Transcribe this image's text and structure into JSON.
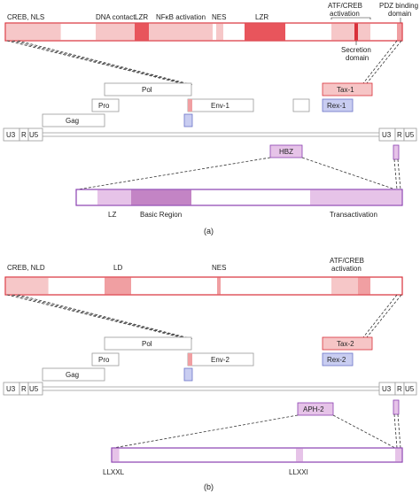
{
  "panel_a": {
    "caption": "(a)",
    "tax_labels": {
      "creb_nls": "CREB, NLS",
      "dna_contact": "DNA contact",
      "lzr_1": "LZR",
      "nfkb": "NFκB activation",
      "nes": "NES",
      "lzr_2": "LZR",
      "atf_creb": "ATF/CREB",
      "activation": "activation",
      "pdz_binding": "PDZ binding",
      "domain": "domain",
      "secretion": "Secretion",
      "secretion_domain": "domain"
    },
    "genes": {
      "pol": "Pol",
      "pro": "Pro",
      "gag": "Gag",
      "env": "Env-1",
      "tax": "Tax-1",
      "rex": "Rex-1"
    },
    "ltr": {
      "u3": "U3",
      "r": "R",
      "u5": "U5"
    },
    "hbz": {
      "label": "HBZ",
      "lz": "LZ",
      "basic_region": "Basic Region",
      "transactivation": "Transactivation"
    }
  },
  "panel_b": {
    "caption": "(b)",
    "tax_labels": {
      "creb_nld": "CREB, NLD",
      "ld": "LD",
      "nes": "NES",
      "atf_creb": "ATF/CREB",
      "activation": "activation"
    },
    "genes": {
      "pol": "Pol",
      "pro": "Pro",
      "gag": "Gag",
      "env": "Env-2",
      "tax": "Tax-2",
      "rex": "Rex-2"
    },
    "ltr": {
      "u3": "U3",
      "r": "R",
      "u5": "U5"
    },
    "aph2": {
      "label": "APH-2",
      "llxxl": "LLXXL",
      "llxxi": "LLXXI"
    }
  },
  "colors": {
    "tax_border": "#d9303a",
    "tax_light": "#f6c7c8",
    "tax_mid": "#f09fa2",
    "tax_dark": "#e8555c",
    "tax_gene_fill": "#f6c5c6",
    "rex_fill": "#c9cdf1",
    "rex_border": "#6b74c9",
    "hbz_border": "#8a3fb0",
    "hbz_light": "#e6c3e8",
    "hbz_dark": "#c384c5",
    "grey": "#999999"
  }
}
